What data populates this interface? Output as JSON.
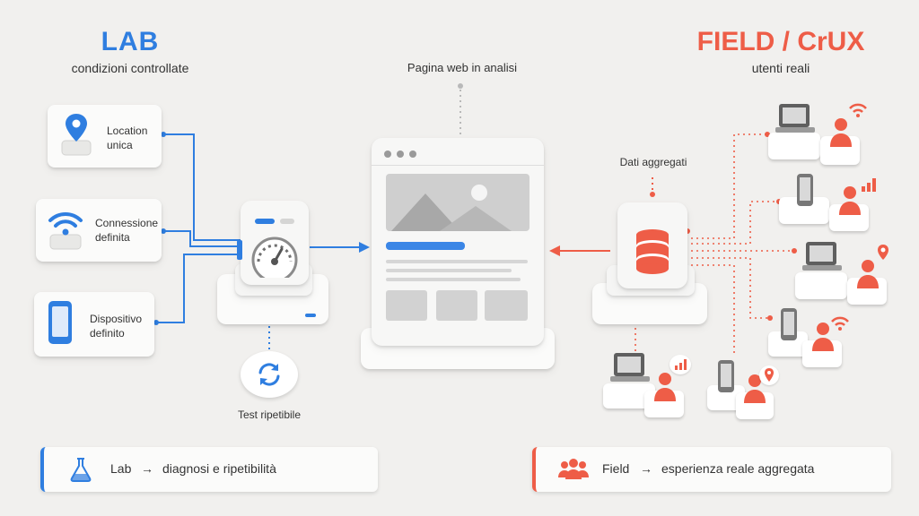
{
  "lab": {
    "title": "LAB",
    "subtitle": "condizioni controllate"
  },
  "field": {
    "title": "FIELD / CrUX",
    "subtitle": "utenti reali"
  },
  "center": {
    "label": "Pagina web in analisi"
  },
  "lab_inputs": [
    {
      "label": "Location unica",
      "icon": "location-pin-icon"
    },
    {
      "label": "Connessione definita",
      "icon": "wifi-icon"
    },
    {
      "label": "Dispositivo definito",
      "icon": "smartphone-icon"
    }
  ],
  "test_label": "Test ripetibile",
  "aggregated_label": "Dati aggregati",
  "legend": {
    "lab": {
      "name": "Lab",
      "arrow": "→",
      "desc": "diagnosi e ripetibilità"
    },
    "field": {
      "name": "Field",
      "arrow": "→",
      "desc": "esperienza reale aggregata"
    }
  },
  "colors": {
    "lab": "#2f7ee0",
    "field": "#ee5d47",
    "gray": "#c9c9c9"
  }
}
